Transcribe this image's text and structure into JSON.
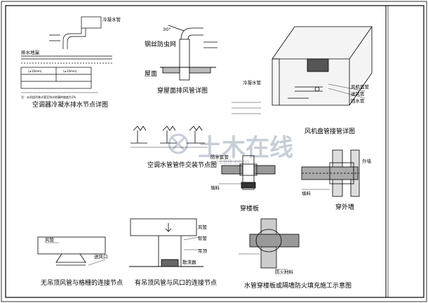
{
  "drawing": {
    "title_block_text": "",
    "watermark": {
      "main": "土木在线",
      "sub": "co188.com"
    },
    "details": [
      {
        "id": "condensate",
        "caption": "空调器冷凝水排水节点详图",
        "labels": [
          "冷凝水管",
          "排水地漏",
          "(≥10mm)",
          "(≥10mm)"
        ],
        "note": "注：从机组吊装水管至排水地漏的坡度为1%"
      },
      {
        "id": "roof-duct",
        "caption": "穿屋面排风管详图",
        "labels": [
          "30°",
          "钢丝防虫网",
          "屋面"
        ]
      },
      {
        "id": "ahu",
        "caption": "风机盘管接管详图",
        "labels": [
          "风机盘管",
          "送风管",
          "回水管",
          "冷凝水管"
        ]
      },
      {
        "id": "pipe-cross",
        "caption": "空调水管管件交装节点图",
        "labels": []
      },
      {
        "id": "floor-slab",
        "caption": "穿楼板",
        "labels": [
          "防水套管",
          "填料"
        ]
      },
      {
        "id": "ext-wall",
        "caption": "穿外墙",
        "labels": [
          "外墙",
          "填料"
        ]
      },
      {
        "id": "ceiling-duct",
        "caption": "无吊顶风管与格栅的连接节点",
        "labels": [
          "风管",
          "送风口"
        ]
      },
      {
        "id": "ceiling-outlet",
        "caption": "有吊顶风管与风口的连接节点",
        "labels": [
          "风管",
          "软管",
          "吊顶",
          "散流器"
        ]
      },
      {
        "id": "fire-wall",
        "caption": "水管穿楼板或隔墙防火填充施工示意图",
        "labels": [
          "防火材料"
        ]
      }
    ]
  }
}
